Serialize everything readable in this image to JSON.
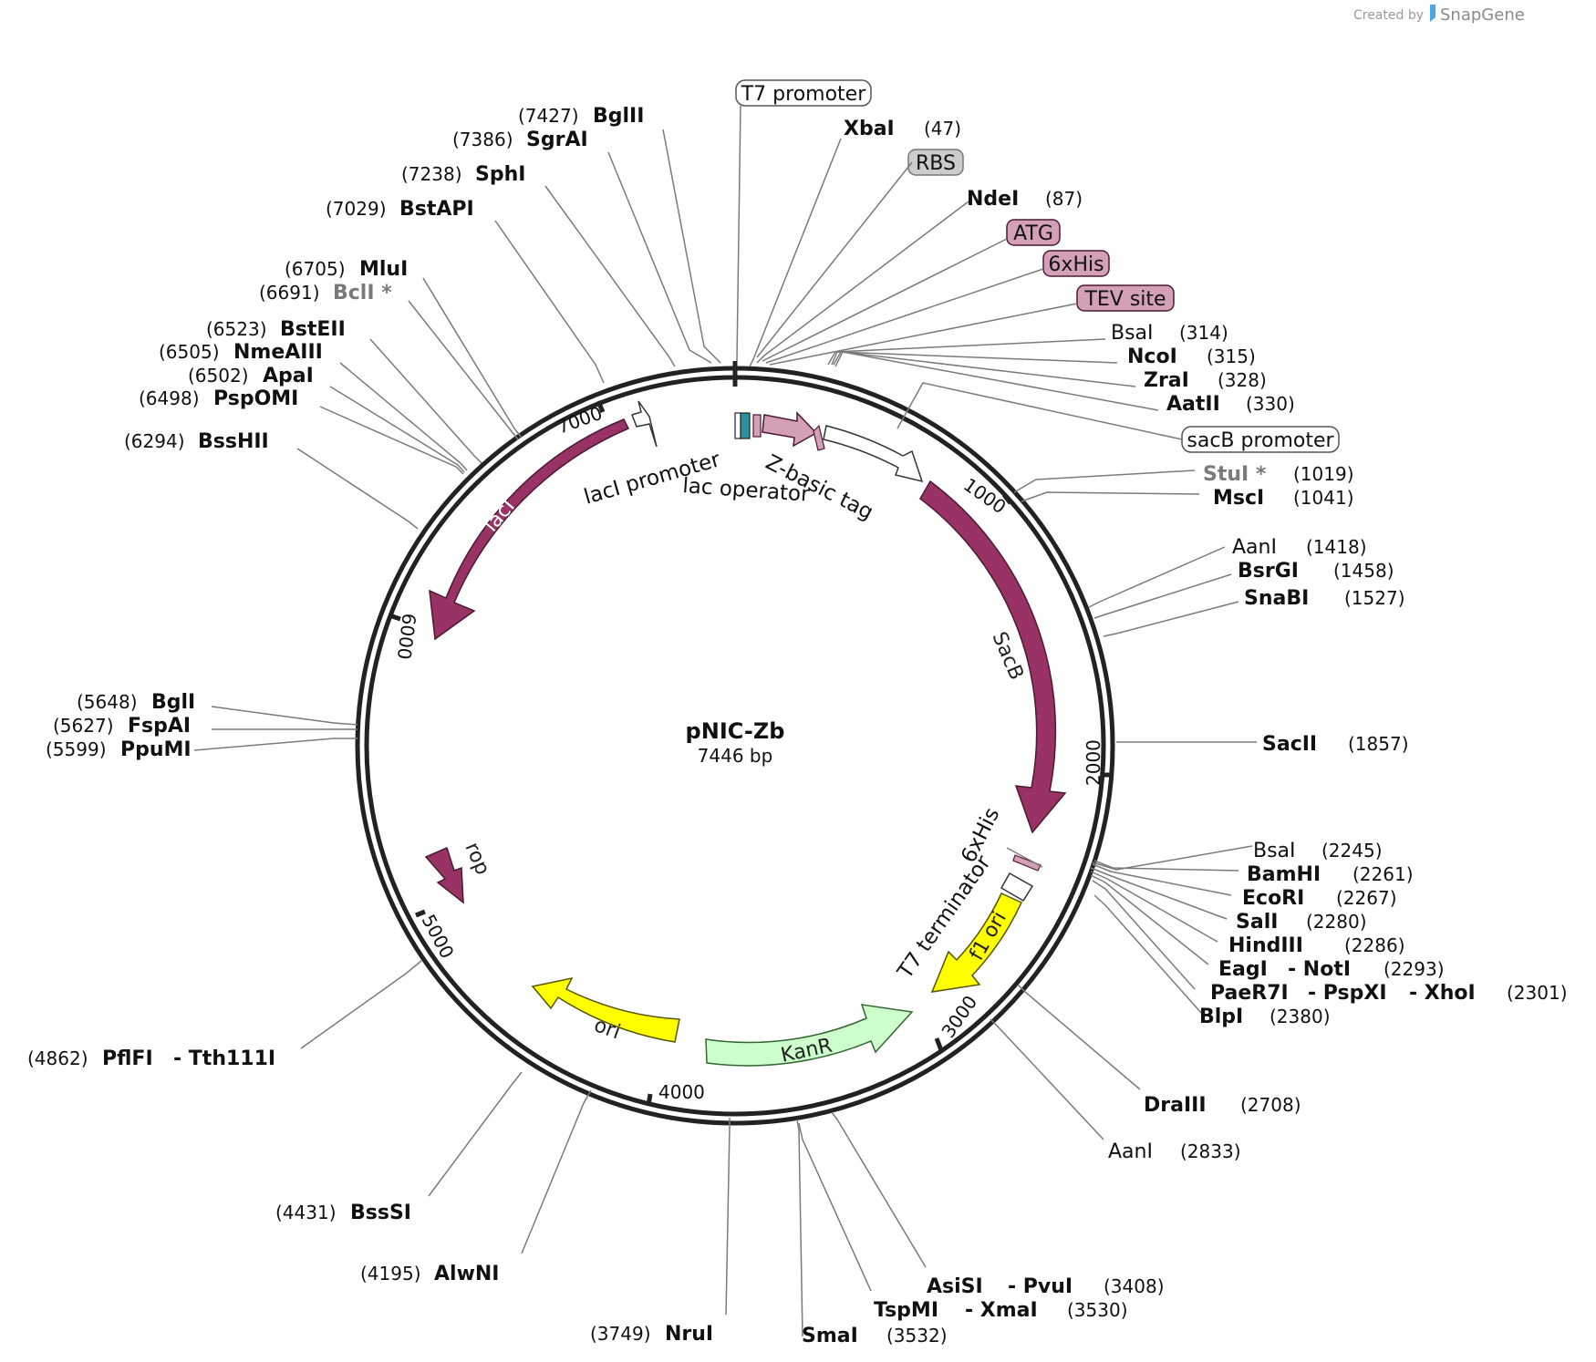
{
  "app": {
    "credit_prefix": "Created by",
    "brand": "SnapGene"
  },
  "plasmid": {
    "name": "pNIC-Zb",
    "length_label": "7446 bp"
  },
  "ticks": [
    "1000",
    "2000",
    "3000",
    "4000",
    "5000",
    "6000",
    "7000"
  ],
  "boxes": {
    "t7_promoter": "T7 promoter",
    "rbs": "RBS",
    "atg": "ATG",
    "his6_top": "6xHis",
    "tev": "TEV site",
    "sacb_promoter": "sacB promoter"
  },
  "features": {
    "laci": "lacI",
    "laci_promoter": "lacI promoter",
    "lac_operator": "lac operator",
    "zbasic": "Z-basic tag",
    "sacb": "SacB",
    "his6": "6xHis",
    "t7_terminator": "T7 terminator",
    "f1_ori": "f1 ori",
    "kanr": "KanR",
    "ori": "ori",
    "rop": "rop"
  },
  "sites": {
    "bglii": {
      "pos": "(7427)",
      "name": "BglII"
    },
    "sgrai": {
      "pos": "(7386)",
      "name": "SgrAI"
    },
    "sphi": {
      "pos": "(7238)",
      "name": "SphI"
    },
    "bstapi": {
      "pos": "(7029)",
      "name": "BstAPI"
    },
    "mlui": {
      "pos": "(6705)",
      "name": "MluI"
    },
    "bcli": {
      "pos": "(6691)",
      "name": "BclI *"
    },
    "bsteii": {
      "pos": "(6523)",
      "name": "BstEII"
    },
    "nmeaiii": {
      "pos": "(6505)",
      "name": "NmeAIII"
    },
    "apai": {
      "pos": "(6502)",
      "name": "ApaI"
    },
    "pspomi": {
      "pos": "(6498)",
      "name": "PspOMI"
    },
    "bsshii": {
      "pos": "(6294)",
      "name": "BssHII"
    },
    "bgli": {
      "pos": "(5648)",
      "name": "BglI"
    },
    "fspai": {
      "pos": "(5627)",
      "name": "FspAI"
    },
    "ppumi": {
      "pos": "(5599)",
      "name": "PpuMI"
    },
    "pflfi": {
      "pos": "(4862)",
      "name": "PflFI",
      "name2": "- Tth111I"
    },
    "bsssi": {
      "pos": "(4431)",
      "name": "BssSI"
    },
    "alwni": {
      "pos": "(4195)",
      "name": "AlwNI"
    },
    "nrui": {
      "pos": "(3749)",
      "name": "NruI"
    },
    "smai": {
      "pos": "(3532)",
      "name": "SmaI"
    },
    "tspmi": {
      "pos": "(3530)",
      "name": "TspMI",
      "name2": "- XmaI"
    },
    "asisi": {
      "pos": "(3408)",
      "name": "AsiSI",
      "name2": "- PvuI"
    },
    "aani_2833": {
      "pos": "(2833)",
      "name": "AanI"
    },
    "draiii": {
      "pos": "(2708)",
      "name": "DraIII"
    },
    "blpi": {
      "pos": "(2380)",
      "name": "BlpI"
    },
    "paer7i": {
      "pos": "(2301)",
      "name": "PaeR7I",
      "name2": "- PspXI",
      "name3": "- XhoI"
    },
    "eagi": {
      "pos": "(2293)",
      "name": "EagI",
      "name2": "- NotI"
    },
    "hindiii": {
      "pos": "(2286)",
      "name": "HindIII"
    },
    "sali": {
      "pos": "(2280)",
      "name": "SalI"
    },
    "ecori": {
      "pos": "(2267)",
      "name": "EcoRI"
    },
    "bamhi": {
      "pos": "(2261)",
      "name": "BamHI"
    },
    "bsai_2245": {
      "pos": "(2245)",
      "name": "BsaI"
    },
    "sacii": {
      "pos": "(1857)",
      "name": "SacII"
    },
    "snabi": {
      "pos": "(1527)",
      "name": "SnaBI"
    },
    "bsrgi": {
      "pos": "(1458)",
      "name": "BsrGI"
    },
    "aani_1418": {
      "pos": "(1418)",
      "name": "AanI"
    },
    "msci": {
      "pos": "(1041)",
      "name": "MscI"
    },
    "stui": {
      "pos": "(1019)",
      "name": "StuI *"
    },
    "aatii": {
      "pos": "(330)",
      "name": "AatII"
    },
    "zrai": {
      "pos": "(328)",
      "name": "ZraI"
    },
    "ncoi": {
      "pos": "(315)",
      "name": "NcoI"
    },
    "bsai_314": {
      "pos": "(314)",
      "name": "BsaI"
    },
    "ndei": {
      "pos": "(87)",
      "name": "NdeI"
    },
    "xbai": {
      "pos": "(47)",
      "name": "XbaI"
    }
  }
}
